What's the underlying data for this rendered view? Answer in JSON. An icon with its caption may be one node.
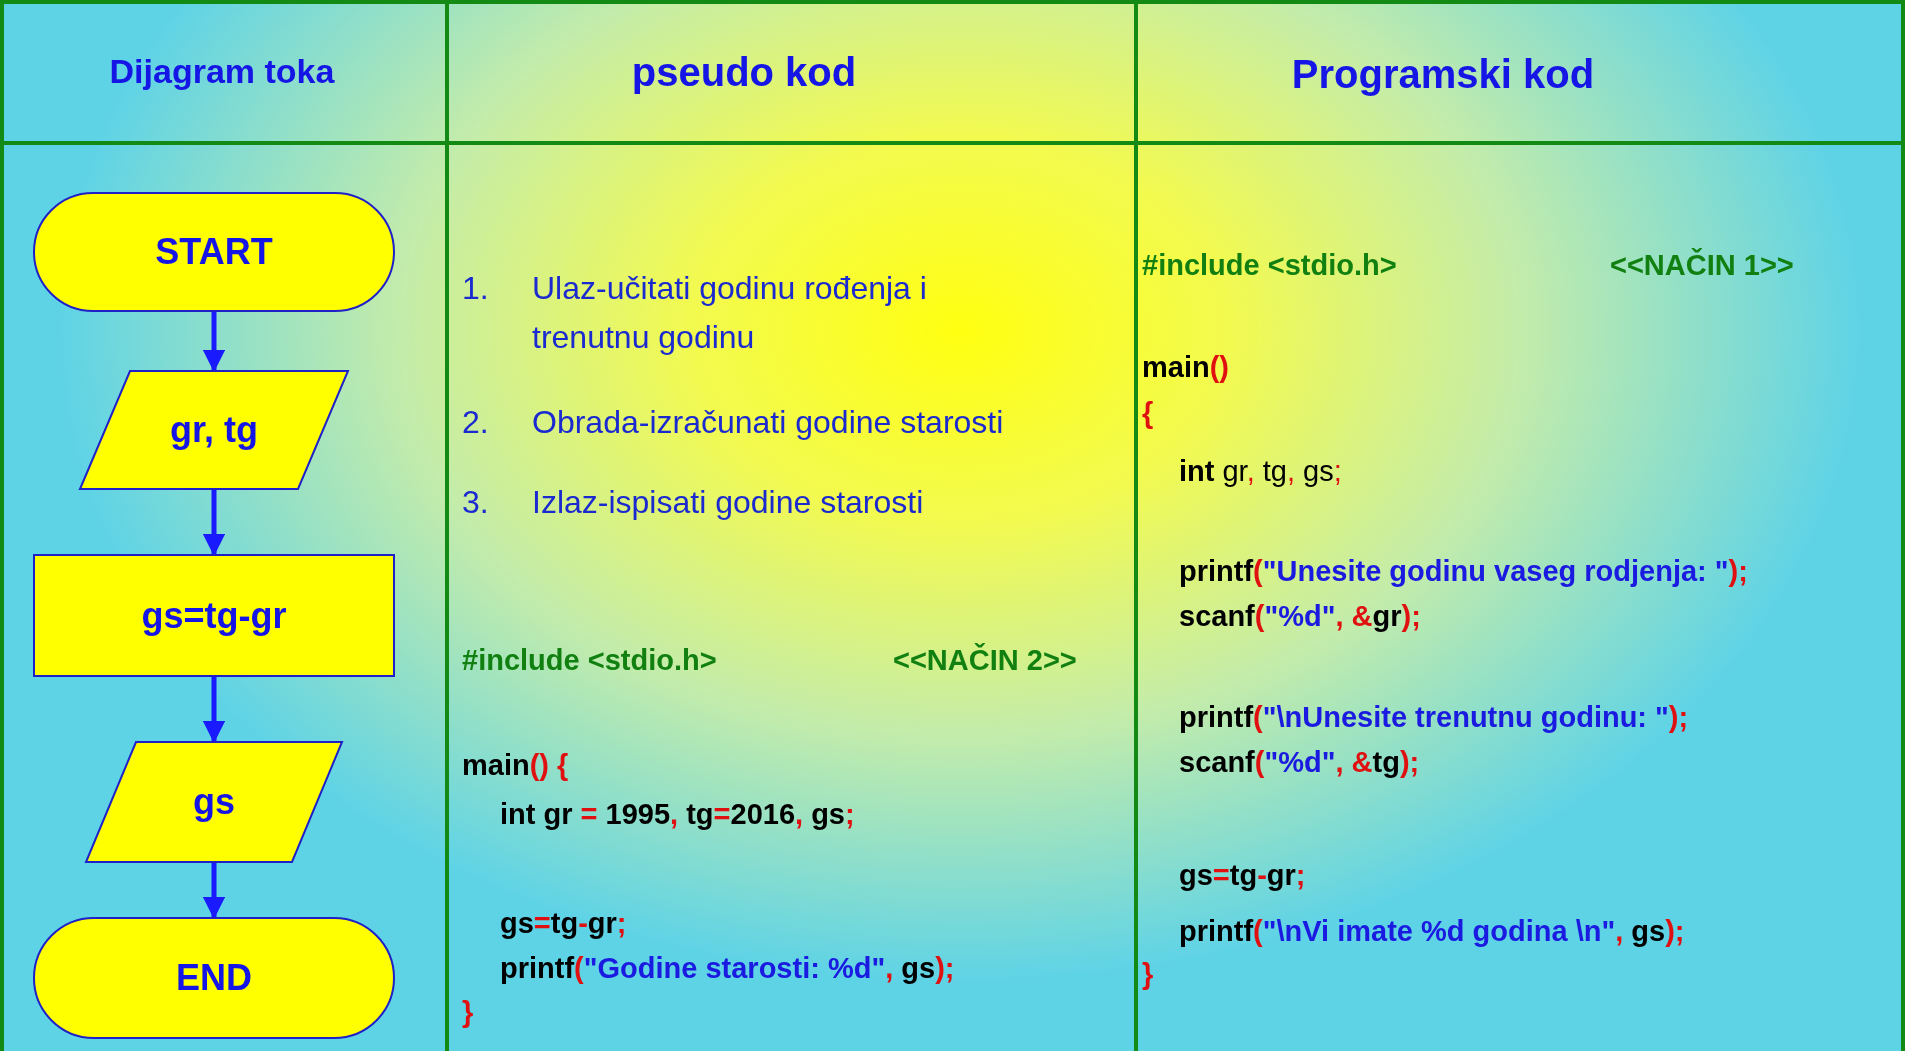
{
  "diagram": {
    "nodes": [
      {
        "text": [
          "START"
        ]
      },
      {
        "text": [
          "gr, tg"
        ]
      },
      {
        "text": [
          "gs=tg-gr"
        ]
      },
      {
        "text": [
          "gs"
        ]
      },
      {
        "text": [
          "END"
        ]
      }
    ],
    "edges": [
      {
        "from": 0,
        "to": 1,
        "arrow": "to"
      },
      {
        "from": 1,
        "to": 2,
        "arrow": "to"
      },
      {
        "from": 2,
        "to": 3,
        "arrow": "to"
      },
      {
        "from": 3,
        "to": 4,
        "arrow": "to"
      }
    ],
    "labels": [
      "Dijagram toka",
      "pseudo kod",
      "Programski kod",
      "1.",
      "Ulaz-učitati godinu rođenja i trenutnu godinu",
      "2.",
      "Obrada-izračunati godine starosti",
      "3.",
      "Izlaz-ispisati godine starosti",
      "#include <stdio.h>",
      "<<NAČIN 2>>",
      "main() {",
      "int gr = 1995, tg=2016, gs;",
      "gs=tg-gr;",
      "printf(\"Godine starosti: %d\", gs);",
      "}",
      "#include <stdio.h>",
      "<<NAČIN 1>>",
      "main()",
      "{",
      "**int** gr, tg, gs;",
      "printf(\"Unesite godinu vaseg rodjenja: \");",
      "scanf(\"%d\", &gr);",
      "printf(\"\\nUnesite trenutnu godinu: \");",
      "scanf(\"%d\", &tg);",
      "gs=tg-gr;",
      "printf(\"\\nVi imate %d godina \\n\", gs);",
      "}"
    ]
  }
}
